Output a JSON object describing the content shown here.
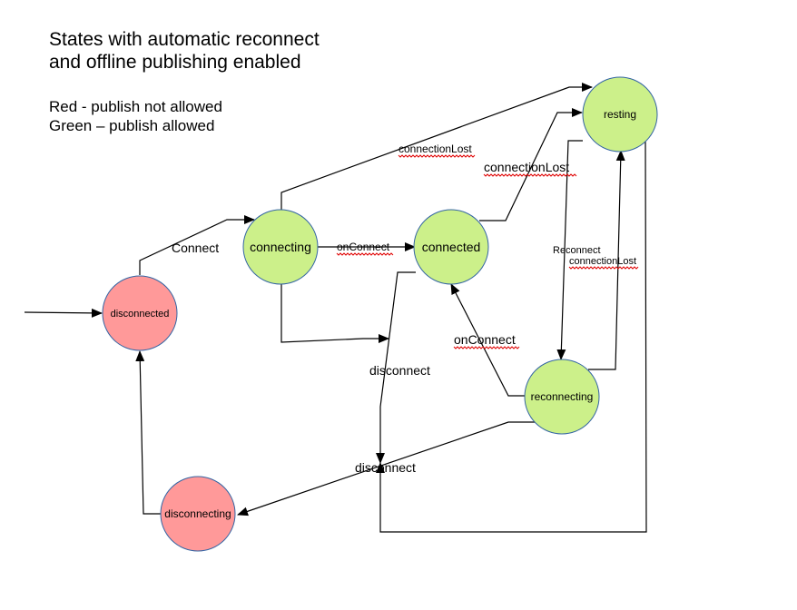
{
  "title": {
    "line1": "States with automatic reconnect",
    "line2": "and offline publishing enabled"
  },
  "legend": {
    "red": "Red - publish not allowed",
    "green": "Green – publish allowed"
  },
  "colors": {
    "red_state": "#ff9999",
    "green_state": "#ccf08a",
    "state_outline": "#3465a4",
    "edge": "#000000",
    "spellcheck_underline": "#e00000"
  },
  "states": {
    "disconnected": "disconnected",
    "connecting": "connecting",
    "connected": "connected",
    "resting": "resting",
    "reconnecting": "reconnecting",
    "disconnecting": "disconnecting"
  },
  "edge_labels": {
    "connect": "Connect",
    "on_connect_1": "onConnect",
    "connection_lost_1": "connectionLost",
    "connection_lost_2": "connectionLost",
    "reconnect": "Reconnect",
    "connection_lost_3": "connectionLost",
    "on_connect_2": "onConnect",
    "disconnect_1": "disconnect",
    "disconnect_2": "disconnect"
  }
}
